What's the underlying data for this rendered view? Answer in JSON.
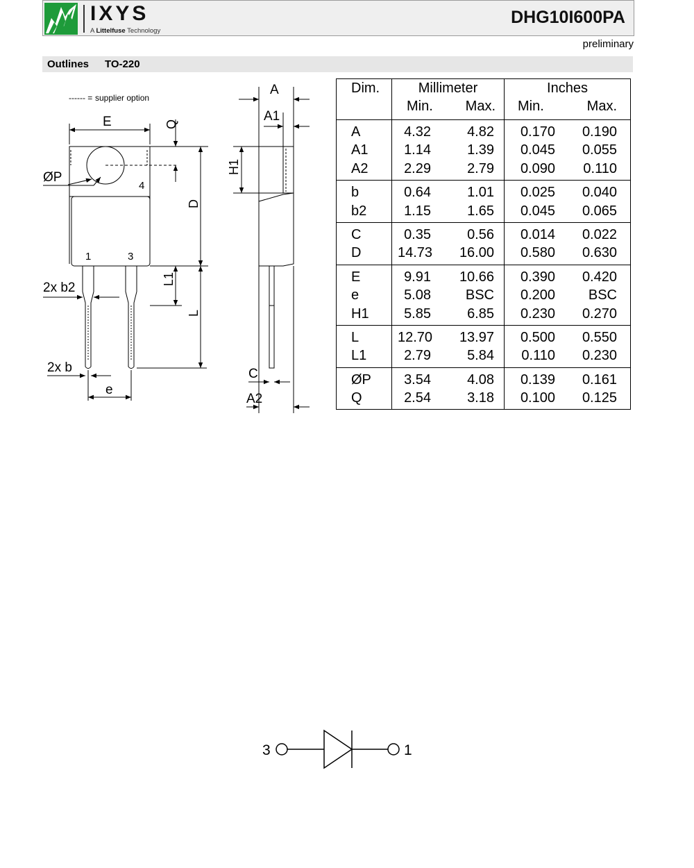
{
  "header": {
    "logo_text": "IXYS",
    "logo_tagline_brand": "Littelfuse",
    "logo_tagline_prefix": "A ",
    "logo_tagline_suffix": " Technology",
    "part_number": "DHG10I600PA",
    "status": "preliminary"
  },
  "section": {
    "title": "Outlines",
    "package": "TO-220"
  },
  "drawing": {
    "legend": "supplier option",
    "legend_dashes": "------ =",
    "labels": {
      "E": "E",
      "Q": "Q",
      "OP": "ØP",
      "pin4": "4",
      "pin1": "1",
      "pin3": "3",
      "D": "D",
      "b2": "2x b2",
      "L1": "L1",
      "L": "L",
      "b": "2x b",
      "e": "e",
      "A": "A",
      "A1": "A1",
      "H1": "H1",
      "C": "C",
      "A2": "A2"
    }
  },
  "table": {
    "headers": {
      "dim": "Dim.",
      "mm": "Millimeter",
      "inch": "Inches",
      "min": "Min.",
      "max": "Max."
    },
    "groups": [
      {
        "rows": [
          {
            "dim": "A",
            "mm_min": "4.32",
            "mm_max": "4.82",
            "in_min": "0.170",
            "in_max": "0.190"
          },
          {
            "dim": "A1",
            "mm_min": "1.14",
            "mm_max": "1.39",
            "in_min": "0.045",
            "in_max": "0.055"
          },
          {
            "dim": "A2",
            "mm_min": "2.29",
            "mm_max": "2.79",
            "in_min": "0.090",
            "in_max": "0.110"
          }
        ]
      },
      {
        "rows": [
          {
            "dim": "b",
            "mm_min": "0.64",
            "mm_max": "1.01",
            "in_min": "0.025",
            "in_max": "0.040"
          },
          {
            "dim": "b2",
            "mm_min": "1.15",
            "mm_max": "1.65",
            "in_min": "0.045",
            "in_max": "0.065"
          }
        ]
      },
      {
        "rows": [
          {
            "dim": "C",
            "mm_min": "0.35",
            "mm_max": "0.56",
            "in_min": "0.014",
            "in_max": "0.022"
          },
          {
            "dim": "D",
            "mm_min": "14.73",
            "mm_max": "16.00",
            "in_min": "0.580",
            "in_max": "0.630"
          }
        ]
      },
      {
        "rows": [
          {
            "dim": "E",
            "mm_min": "9.91",
            "mm_max": "10.66",
            "in_min": "0.390",
            "in_max": "0.420"
          },
          {
            "dim": "e",
            "mm_min": "5.08",
            "mm_max": "BSC",
            "in_min": "0.200",
            "in_max": "BSC"
          },
          {
            "dim": "H1",
            "mm_min": "5.85",
            "mm_max": "6.85",
            "in_min": "0.230",
            "in_max": "0.270"
          }
        ]
      },
      {
        "rows": [
          {
            "dim": "L",
            "mm_min": "12.70",
            "mm_max": "13.97",
            "in_min": "0.500",
            "in_max": "0.550"
          },
          {
            "dim": "L1",
            "mm_min": "2.79",
            "mm_max": "5.84",
            "in_min": "0.110",
            "in_max": "0.230"
          }
        ]
      },
      {
        "rows": [
          {
            "dim": "ØP",
            "mm_min": "3.54",
            "mm_max": "4.08",
            "in_min": "0.139",
            "in_max": "0.161"
          },
          {
            "dim": "Q",
            "mm_min": "2.54",
            "mm_max": "3.18",
            "in_min": "0.100",
            "in_max": "0.125"
          }
        ]
      }
    ]
  },
  "schematic": {
    "pin_left": "3",
    "pin_right": "1"
  },
  "colors": {
    "logo_green": "#1e9b3a",
    "header_bg": "#efefef",
    "section_bg": "#e6e6e6"
  }
}
